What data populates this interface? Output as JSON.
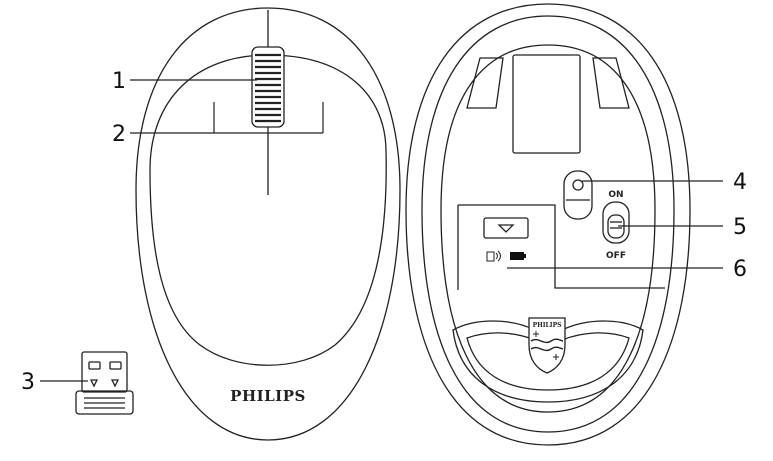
{
  "brand": "PHILIPS",
  "shield_brand": "PHILIPS",
  "switch": {
    "on_label": "ON",
    "off_label": "OFF"
  },
  "callouts": [
    {
      "number": "1"
    },
    {
      "number": "2"
    },
    {
      "number": "3"
    },
    {
      "number": "4"
    },
    {
      "number": "5"
    },
    {
      "number": "6"
    }
  ],
  "colors": {
    "line": "#222222",
    "background": "#ffffff"
  }
}
